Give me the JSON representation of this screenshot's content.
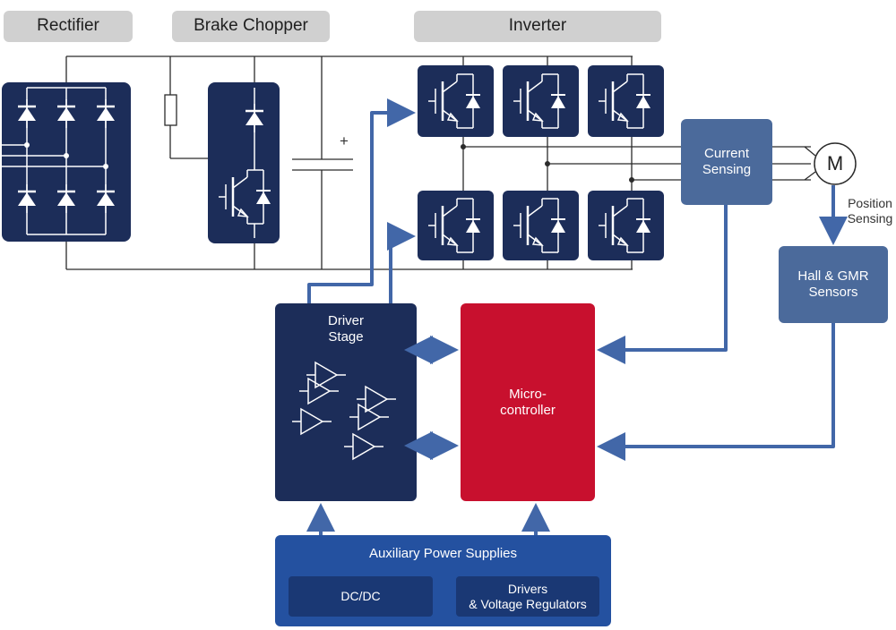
{
  "sections": {
    "rectifier": "Rectifier",
    "brake_chopper": "Brake Chopper",
    "inverter": "Inverter"
  },
  "blocks": {
    "current_sensing": "Current\nSensing",
    "motor": "M",
    "position_sensing": "Position\nSensing",
    "hall_gmr": "Hall & GMR\nSensors",
    "driver_stage": "Driver\nStage",
    "microcontroller": "Micro-\ncontroller",
    "aux_power": "Auxiliary Power Supplies",
    "dcdc": "DC/DC",
    "drivers_regulators": "Drivers\n& Voltage Regulators"
  },
  "capacitor_sign": "+",
  "colors": {
    "dark_navy": "#1c2d59",
    "slate_blue": "#4b6a9b",
    "arrow_blue": "#4267a8",
    "mcu_red": "#c8102e",
    "aux_blue": "#2451a0",
    "aux_inner": "#1a3874",
    "label_gray": "#d0d0d0",
    "wire": "#2b2b2b"
  }
}
